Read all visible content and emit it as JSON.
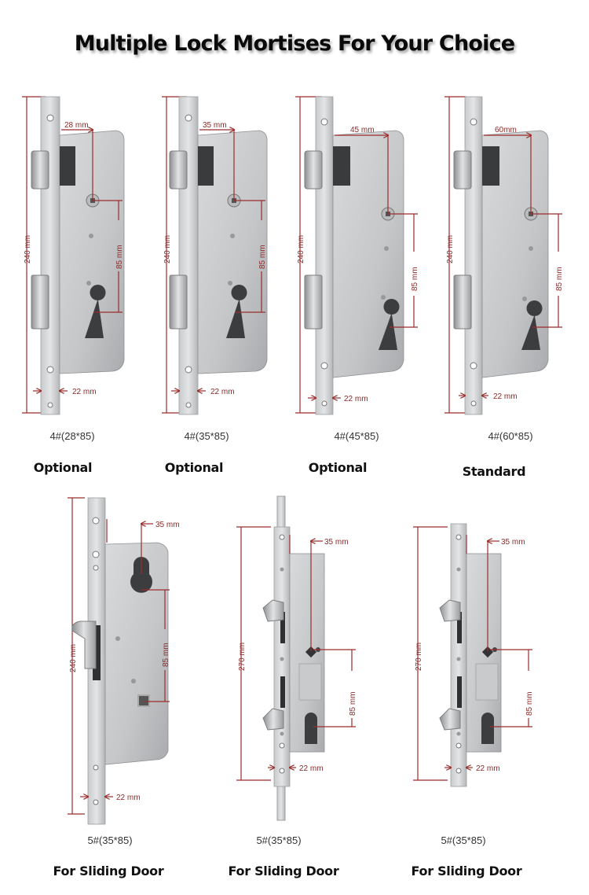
{
  "title": "Multiple Lock Mortises For Your Choice",
  "colors": {
    "dimension_line": "#9b2c2c",
    "steel_light": "#d6d7d9",
    "steel_dark": "#9a9c9f",
    "text": "#111111"
  },
  "row1": [
    {
      "model": "4#(28*85)",
      "tag": "Optional",
      "backset": "28 mm",
      "height": "240 mm",
      "center": "85 mm",
      "faceplate": "22 mm"
    },
    {
      "model": "4#(35*85)",
      "tag": "Optional",
      "backset": "35 mm",
      "height": "240 mm",
      "center": "85 mm",
      "faceplate": "22 mm"
    },
    {
      "model": "4#(45*85)",
      "tag": "Optional",
      "backset": "45 mm",
      "height": "240 mm",
      "center": "85 mm",
      "faceplate": "22 mm"
    },
    {
      "model": "4#(60*85)",
      "tag": "Standard",
      "backset": "60mm",
      "height": "240 mm",
      "center": "85 mm",
      "faceplate": "22 mm"
    }
  ],
  "row2": [
    {
      "model": "5#(35*85)",
      "tag": "For Sliding Door",
      "backset": "35 mm",
      "height": "240 mm",
      "center": "85 mm",
      "faceplate": "22 mm"
    },
    {
      "model": "5#(35*85)",
      "tag": "For Sliding Door",
      "backset": "35 mm",
      "height": "270 mm",
      "center": "85 mm",
      "faceplate": "22 mm"
    },
    {
      "model": "5#(35*85)",
      "tag": "For Sliding Door",
      "backset": "35 mm",
      "height": "270 mm",
      "center": "85 mm",
      "faceplate": "22 mm"
    }
  ]
}
